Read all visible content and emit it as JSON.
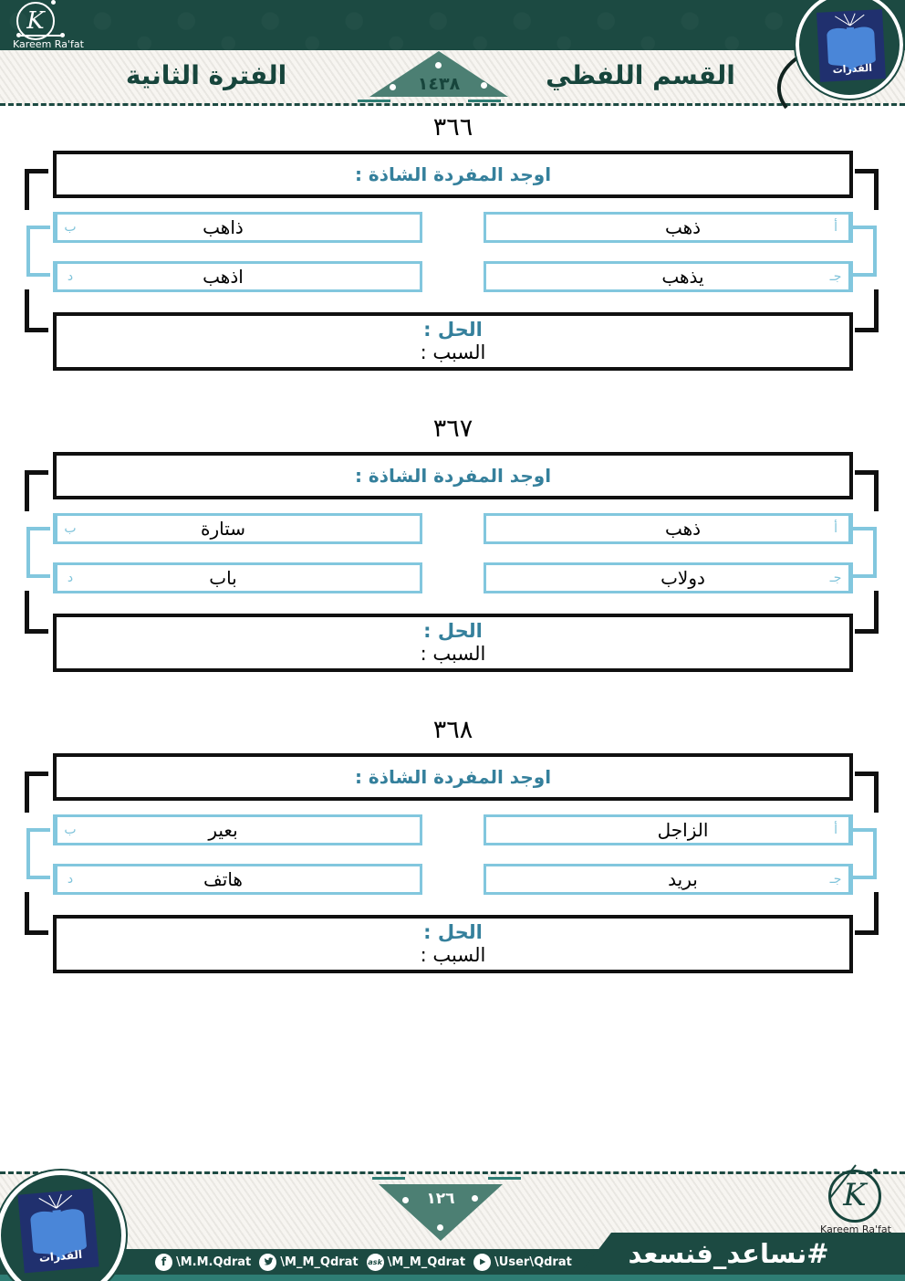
{
  "colors": {
    "dark_green": "#1c4a42",
    "teal_heading": "#35809c",
    "light_blue_border": "#82c7de",
    "triangle_green": "#4c7f73",
    "teal_bar": "#2e7d74",
    "navy": "#20306e",
    "book_blue": "#4a86d8"
  },
  "header": {
    "brand": "Kareem Ra'fat",
    "k_monogram": "K",
    "section_title": "القسم اللفظي",
    "period_title": "الفترة الثانية",
    "year": "١٤٣٨",
    "qudurat_logo_text": "القدرات"
  },
  "questions": [
    {
      "number": "٣٦٦",
      "prompt": "اوجد المفردة الشاذة :",
      "options": [
        {
          "label": "أ",
          "text": "ذهب"
        },
        {
          "label": "ب",
          "text": "ذاهب"
        },
        {
          "label": "جـ",
          "text": "يذهب"
        },
        {
          "label": "د",
          "text": "اذهب"
        }
      ],
      "solution_label": "الحل :",
      "reason_label": "السبب :"
    },
    {
      "number": "٣٦٧",
      "prompt": "اوجد المفردة الشاذة :",
      "options": [
        {
          "label": "أ",
          "text": "ذهب"
        },
        {
          "label": "ب",
          "text": "ستارة"
        },
        {
          "label": "جـ",
          "text": "دولاب"
        },
        {
          "label": "د",
          "text": "باب"
        }
      ],
      "solution_label": "الحل :",
      "reason_label": "السبب :"
    },
    {
      "number": "٣٦٨",
      "prompt": "اوجد المفردة الشاذة :",
      "options": [
        {
          "label": "أ",
          "text": "الزاجل"
        },
        {
          "label": "ب",
          "text": "بعير"
        },
        {
          "label": "جـ",
          "text": "بريد"
        },
        {
          "label": "د",
          "text": "هاتف"
        }
      ],
      "solution_label": "الحل :",
      "reason_label": "السبب :"
    }
  ],
  "footer": {
    "page_number": "١٢٦",
    "brand": "Kareem Ra'fat",
    "k_monogram": "K",
    "hashtag": "#نساعد_فنسعد",
    "qudurat_logo_text": "القدرات",
    "social": [
      {
        "name": "facebook",
        "glyph": "f",
        "handle": "\\M.M.Qdrat"
      },
      {
        "name": "twitter",
        "glyph": "",
        "handle": "\\M_M_Qdrat"
      },
      {
        "name": "ask",
        "glyph": "ask",
        "handle": "\\M_M_Qdrat"
      },
      {
        "name": "youtube",
        "glyph": "",
        "handle": "\\User\\Qdrat"
      }
    ]
  }
}
